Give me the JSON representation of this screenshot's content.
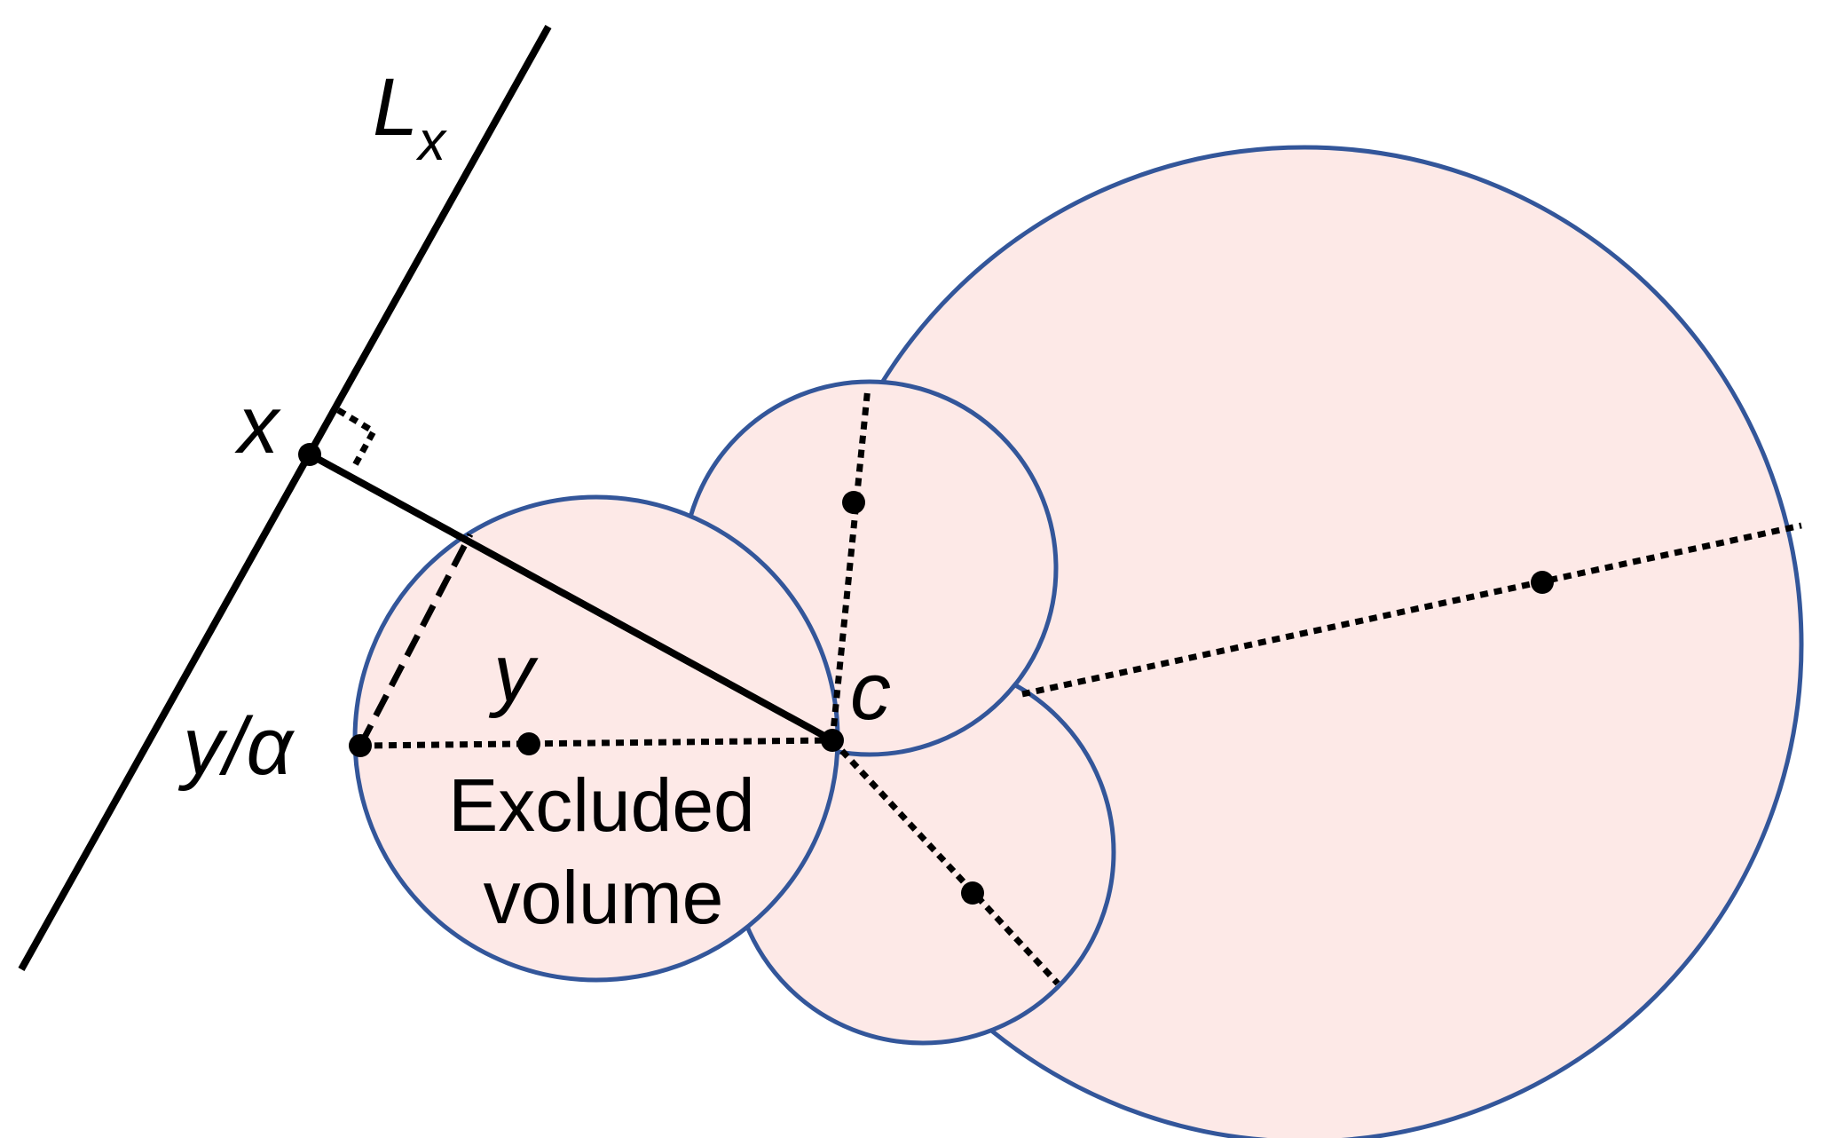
{
  "labels": {
    "line": "L",
    "line_subscript": "x",
    "point_x": "x",
    "point_y": "y",
    "point_y_over_alpha": "y/α",
    "point_c": "c",
    "region_line1": "Excluded",
    "region_line2": "volume"
  },
  "colors": {
    "disc_fill": "#fde9e7",
    "disc_stroke": "#33569a",
    "ink": "#000000"
  }
}
